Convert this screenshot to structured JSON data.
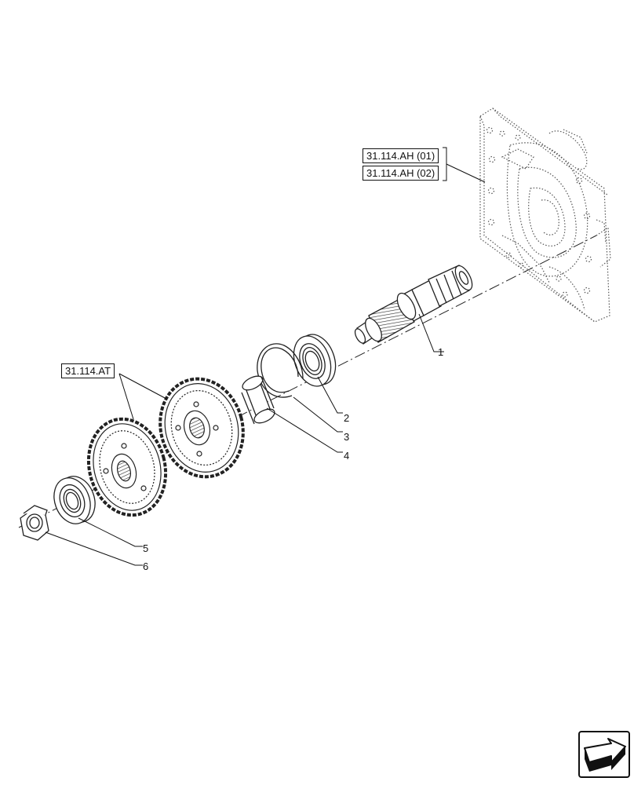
{
  "references": {
    "housing_ref_1": "31.114.AH (01)",
    "housing_ref_2": "31.114.AH (02)",
    "gear_ref": "31.114.AT"
  },
  "callouts": [
    "1",
    "2",
    "3",
    "4",
    "5",
    "6"
  ],
  "icons": {
    "nav": "next-page-arrow-icon"
  }
}
